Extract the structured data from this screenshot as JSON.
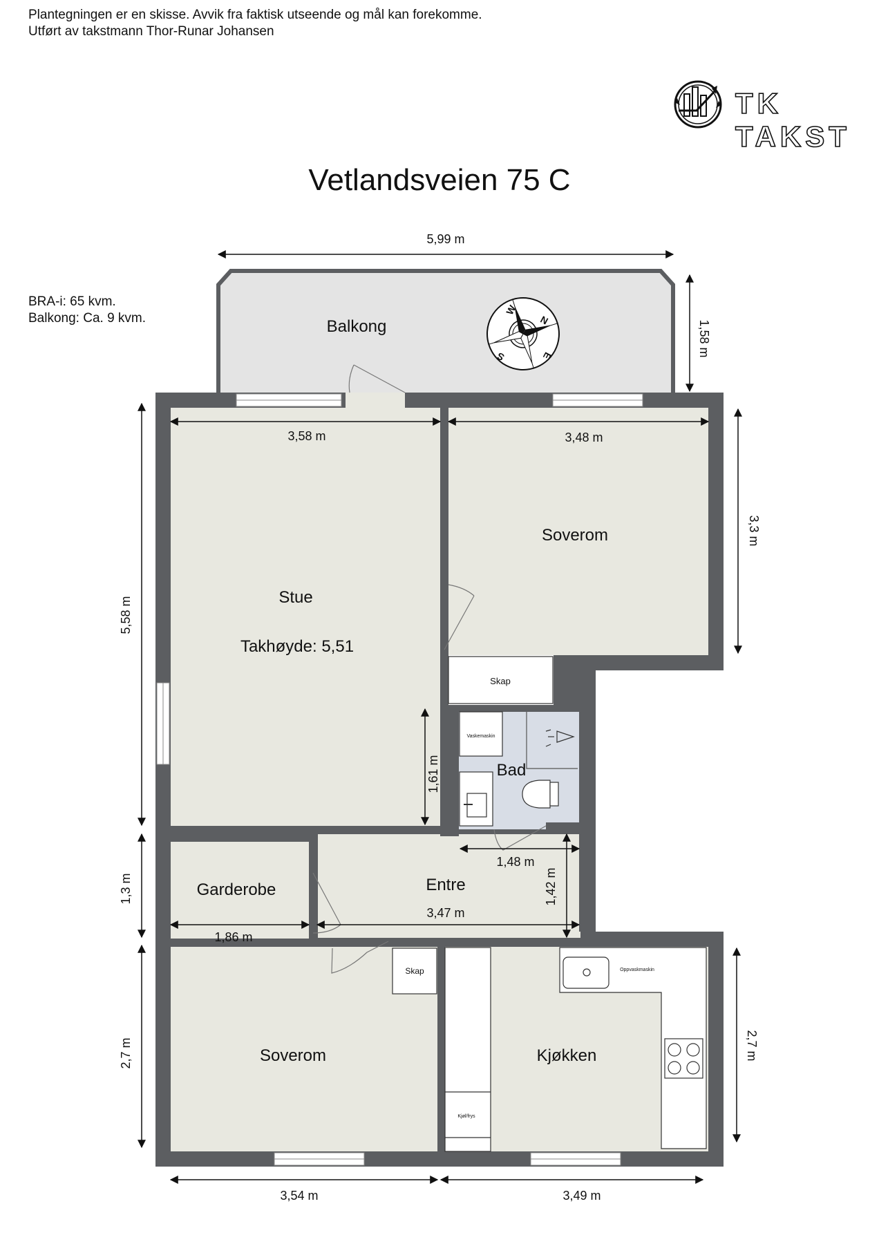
{
  "header": {
    "disclaimer_line1": "Plantegningen er en skisse. Avvik fra faktisk utseende og mål kan forekomme.",
    "disclaimer_line2": "Utført av takstmann Thor-Runar Johansen"
  },
  "logo": {
    "text": "TK TAKST",
    "icon": "rising-chart-cycle-icon"
  },
  "title": "Vetlandsveien 75 C",
  "area_info": {
    "bra_i": "BRA-i: 65 kvm.",
    "balkong": "Balkong: Ca. 9 kvm."
  },
  "compass": {
    "icon": "compass-rose-icon",
    "labels": {
      "n": "N",
      "e": "E",
      "s": "S",
      "w": "W"
    }
  },
  "rooms": {
    "balkong": "Balkong",
    "stue": "Stue",
    "stue_ceiling": "Takhøyde: 5,51",
    "soverom_top": "Soverom",
    "skap_top": "Skap",
    "bad": "Bad",
    "vaskemaskin": "Vaskemaskin",
    "garderobe": "Garderobe",
    "entre": "Entre",
    "soverom_bottom": "Soverom",
    "skap_bottom": "Skap",
    "kjokken": "Kjøkken",
    "oppvaskmaskin": "Oppvaskmaskin",
    "kjolfrys": "Kjøl/frys"
  },
  "dimensions": {
    "balkong_width": "5,99 m",
    "balkong_depth": "1,58 m",
    "stue_width": "3,58 m",
    "soverom_top_width": "3,48 m",
    "soverom_top_depth": "3,3 m",
    "stue_depth": "5,58 m",
    "stue_nook": "1,61 m",
    "bad_width": "1,48 m",
    "entre_depth": "1,42 m",
    "garderobe_depth": "1,3 m",
    "garderobe_width": "1,86 m",
    "entre_width": "3,47 m",
    "soverom_bottom_depth": "2,7 m",
    "kjokken_depth": "2,7 m",
    "soverom_bottom_width": "3,54 m",
    "kjokken_width": "3,49 m"
  },
  "colors": {
    "wall": "#5c5e61",
    "floor": "#e8e8e0",
    "balcony": "#e4e4e4",
    "bath": "#d8dde6",
    "fixture": "#ffffff"
  }
}
